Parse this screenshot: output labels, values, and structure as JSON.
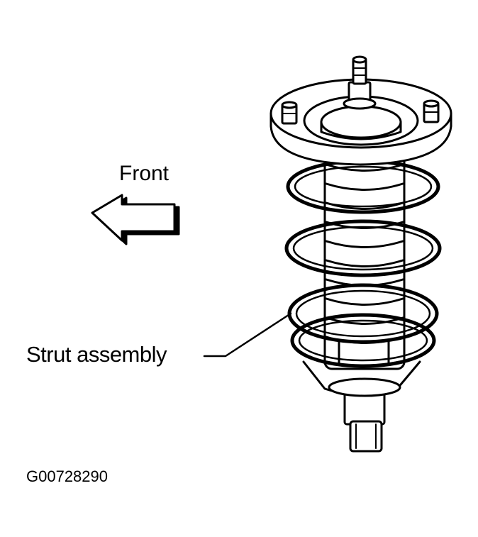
{
  "labels": {
    "front": "Front",
    "strut_assembly": "Strut assembly",
    "figure_id": "G00728290"
  },
  "colors": {
    "ink": "#000000",
    "paper": "#ffffff"
  },
  "icons": {
    "direction_arrow": "left-arrow-icon"
  }
}
